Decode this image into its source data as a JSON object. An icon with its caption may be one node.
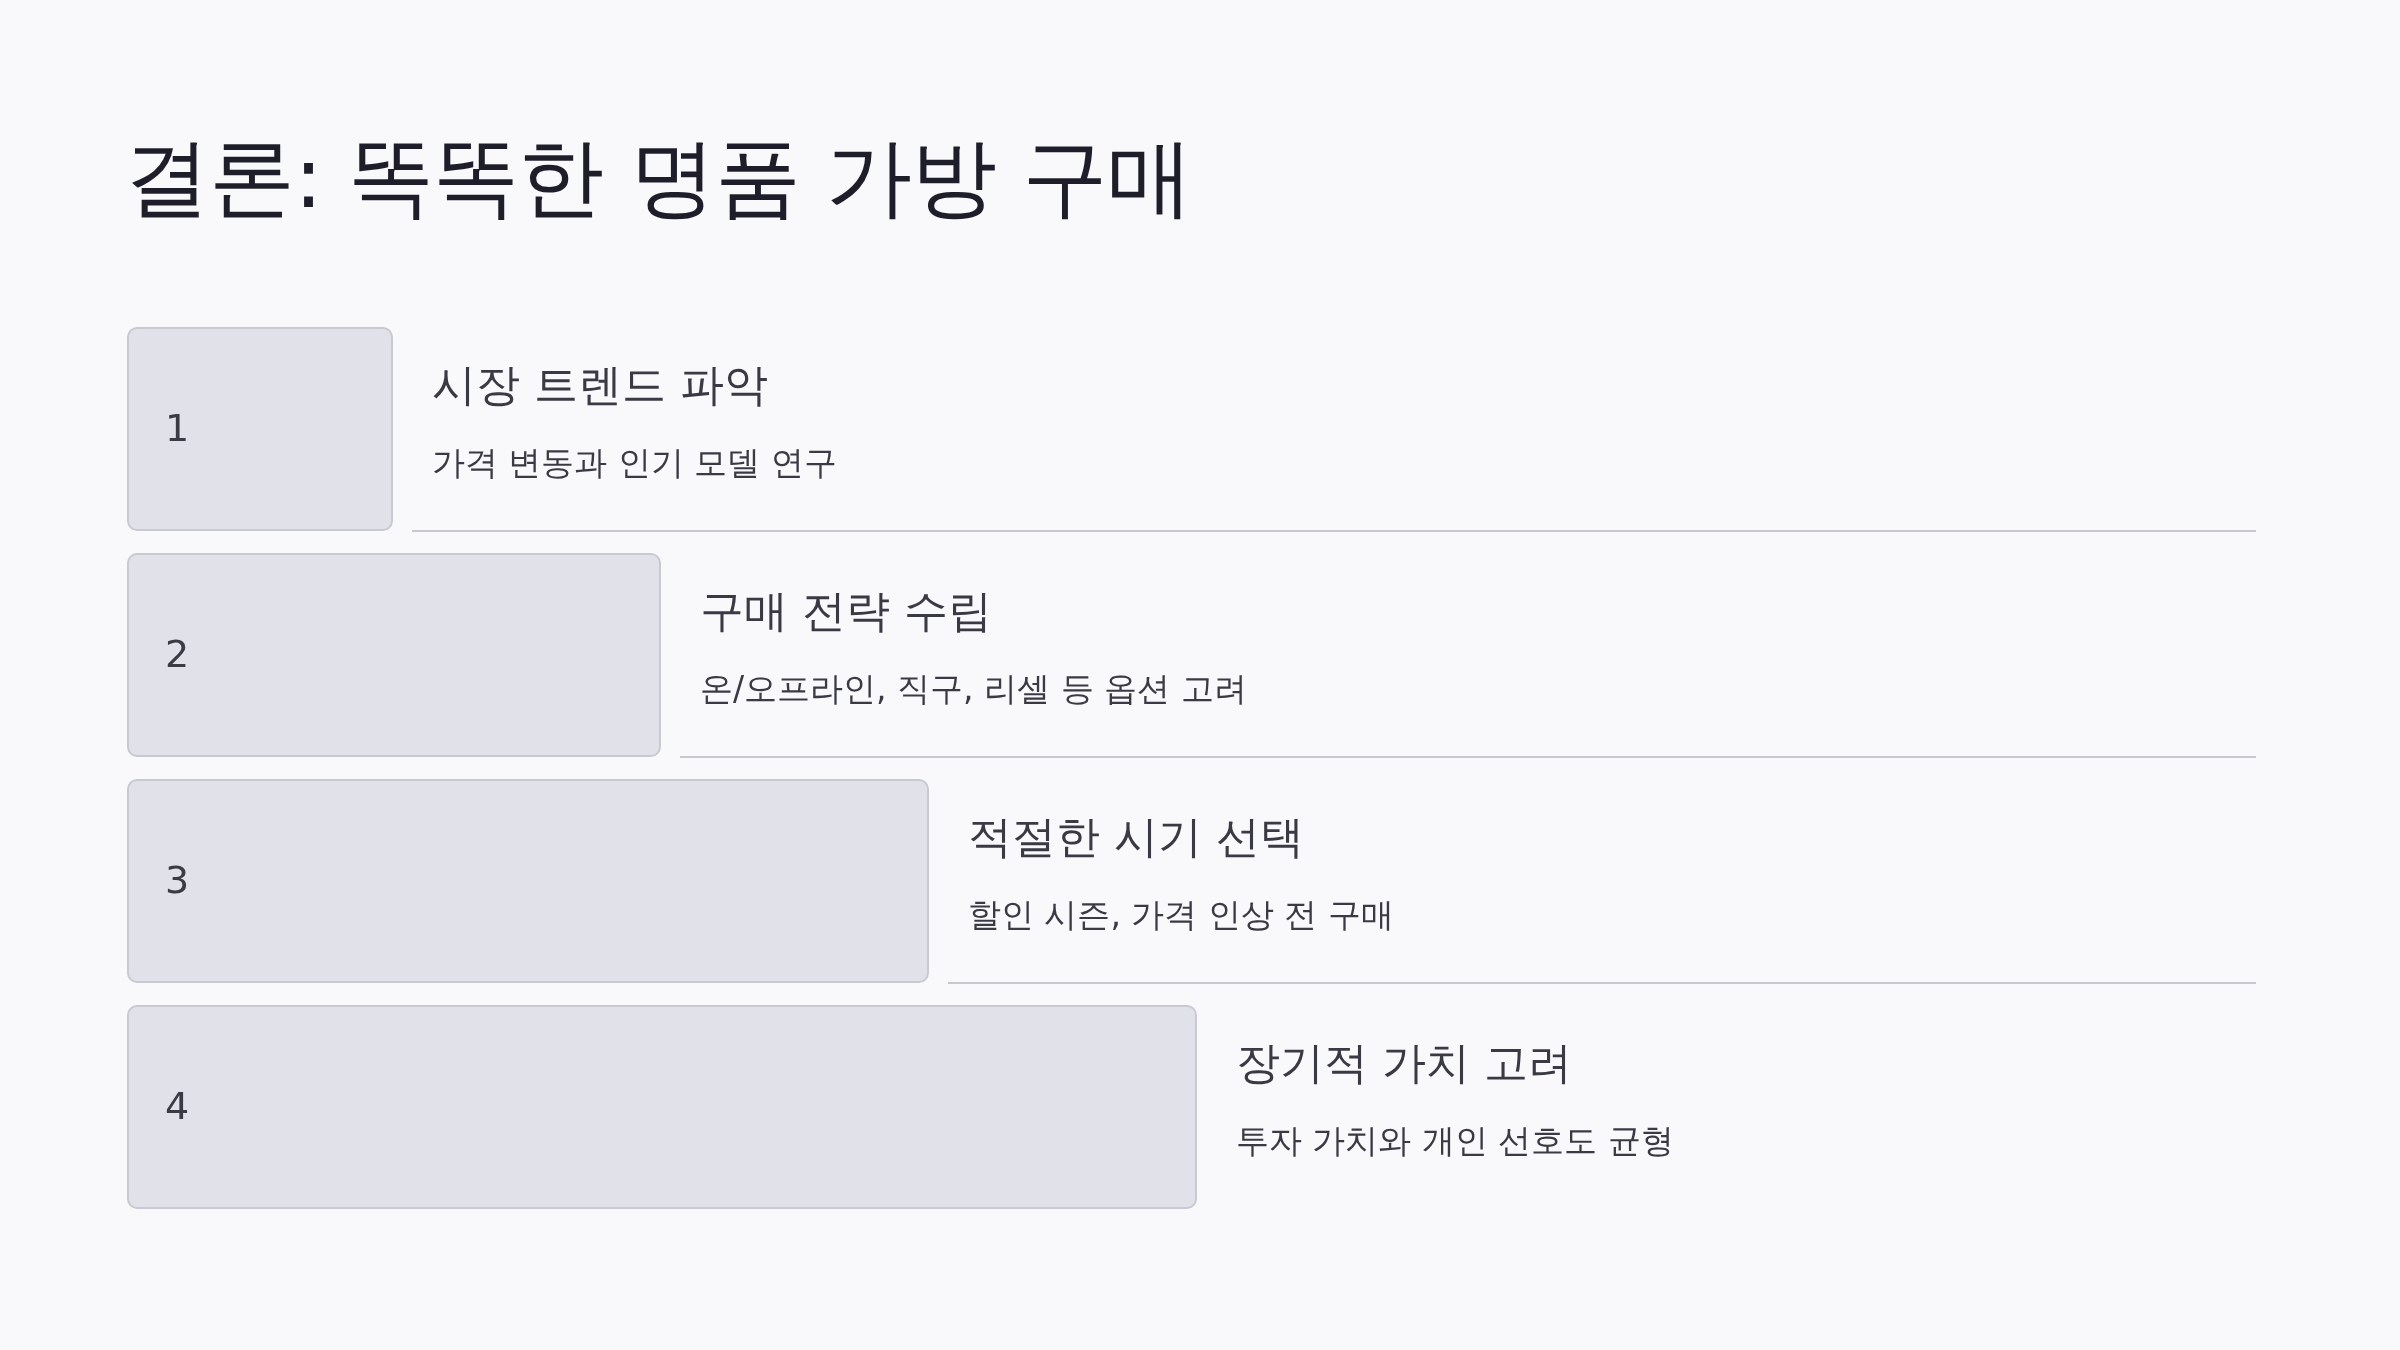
{
  "diagram": {
    "title": "결론: 똑똑한 명품 가방 구매",
    "nodes": [
      {
        "text": [
          "1"
        ],
        "beside": [
          "시장 트렌드 파악",
          "가격 변동과 인기 모델 연구"
        ]
      },
      {
        "text": [
          "2"
        ],
        "beside": [
          "구매 전략 수립",
          "온/오프라인, 직구, 리셀 등 옵션 고려"
        ]
      },
      {
        "text": [
          "3"
        ],
        "beside": [
          "적절한 시기 선택",
          "할인 시즌, 가격 인상 전 구매"
        ]
      },
      {
        "text": [
          "4"
        ],
        "beside": [
          "장기적 가치 고려",
          "투자 가치와 개인 선호도 균형"
        ]
      }
    ]
  }
}
